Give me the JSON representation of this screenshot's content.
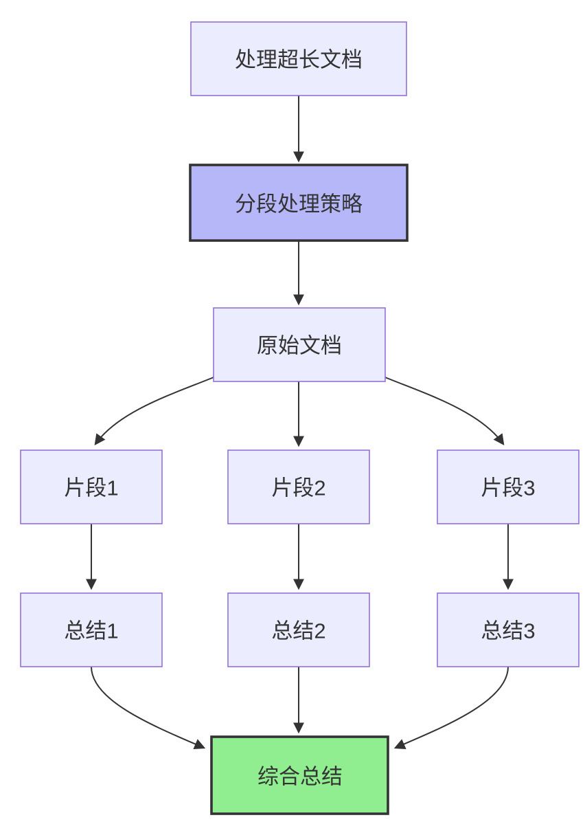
{
  "diagram": {
    "type": "flowchart",
    "direction": "top-down",
    "nodes": [
      {
        "id": "A",
        "label": "处理超长文档",
        "style": "default"
      },
      {
        "id": "B",
        "label": "分段处理策略",
        "style": "highlight"
      },
      {
        "id": "C",
        "label": "原始文档",
        "style": "default"
      },
      {
        "id": "D1",
        "label": "片段1",
        "style": "default"
      },
      {
        "id": "D2",
        "label": "片段2",
        "style": "default"
      },
      {
        "id": "D3",
        "label": "片段3",
        "style": "default"
      },
      {
        "id": "E1",
        "label": "总结1",
        "style": "default"
      },
      {
        "id": "E2",
        "label": "总结2",
        "style": "default"
      },
      {
        "id": "E3",
        "label": "总结3",
        "style": "default"
      },
      {
        "id": "F",
        "label": "综合总结",
        "style": "success"
      }
    ],
    "edges": [
      {
        "from": "A",
        "to": "B"
      },
      {
        "from": "B",
        "to": "C"
      },
      {
        "from": "C",
        "to": "D1"
      },
      {
        "from": "C",
        "to": "D2"
      },
      {
        "from": "C",
        "to": "D3"
      },
      {
        "from": "D1",
        "to": "E1"
      },
      {
        "from": "D2",
        "to": "E2"
      },
      {
        "from": "D3",
        "to": "E3"
      },
      {
        "from": "E1",
        "to": "F"
      },
      {
        "from": "E2",
        "to": "F"
      },
      {
        "from": "E3",
        "to": "F"
      }
    ],
    "colors": {
      "node_fill": "#ECECFF",
      "node_border": "#9370DB",
      "highlight_fill": "#B6B7F8",
      "highlight_border": "#333333",
      "success_fill": "#90EE90",
      "success_border": "#333333",
      "edge": "#333333",
      "text": "#333333",
      "background": "#FFFFFF"
    }
  }
}
